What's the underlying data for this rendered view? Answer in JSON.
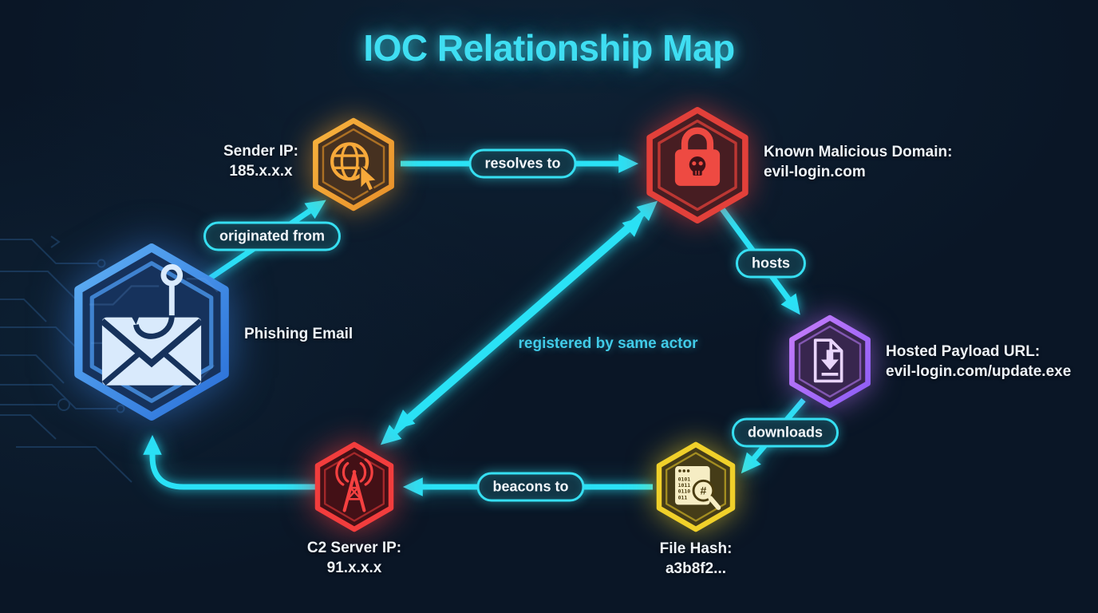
{
  "title": "IOC Relationship Map",
  "palette": {
    "background": "#0a1626",
    "edge_arrow": "#2ae2f6",
    "title_text": "#3fdef2",
    "pill_fill": "#123646",
    "pill_border": "#36dff2",
    "label_text": "#eef3f8",
    "annotation_text": "#41cbe8",
    "phishing_accent": "#3b8bf0",
    "sender_accent": "#f09b28",
    "domain_accent": "#e2403a",
    "payload_accent": "#a964ef",
    "filehash_accent": "#f0d02a",
    "c2_accent": "#f23d3d"
  },
  "nodes": [
    {
      "id": "phishing-email",
      "label": "Phishing Email",
      "icon": "envelope-hook-icon",
      "accent": "#3b8bf0"
    },
    {
      "id": "sender-ip",
      "label": "Sender IP:",
      "value": "185.x.x.x",
      "icon": "globe-cursor-icon",
      "accent": "#f09b28"
    },
    {
      "id": "malicious-domain",
      "label": "Known Malicious Domain:",
      "value": "evil-login.com",
      "icon": "lock-skull-icon",
      "accent": "#e2403a"
    },
    {
      "id": "payload-url",
      "label": "Hosted Payload URL:",
      "value": "evil-login.com/update.exe",
      "icon": "file-download-icon",
      "accent": "#a964ef"
    },
    {
      "id": "file-hash",
      "label": "File Hash:",
      "value": "a3b8f2...",
      "icon": "hash-magnifier-icon",
      "accent": "#f0d02a",
      "binary_rows": [
        "0101",
        "1011",
        "0110",
        "011"
      ],
      "hash_glyph": "#"
    },
    {
      "id": "c2-server",
      "label": "C2 Server IP:",
      "value": "91.x.x.x",
      "icon": "radio-tower-icon",
      "accent": "#f23d3d"
    }
  ],
  "edges": [
    {
      "from": "phishing-email",
      "to": "sender-ip",
      "label": "originated from"
    },
    {
      "from": "sender-ip",
      "to": "malicious-domain",
      "label": "resolves to"
    },
    {
      "from": "malicious-domain",
      "to": "payload-url",
      "label": "hosts"
    },
    {
      "from": "payload-url",
      "to": "file-hash",
      "label": "downloads"
    },
    {
      "from": "file-hash",
      "to": "c2-server",
      "label": "beacons to"
    },
    {
      "from": "c2-server",
      "to": "malicious-domain",
      "label": "registered by same actor",
      "bidirectional": true
    },
    {
      "from": "c2-server",
      "to": "phishing-email",
      "label": ""
    }
  ]
}
